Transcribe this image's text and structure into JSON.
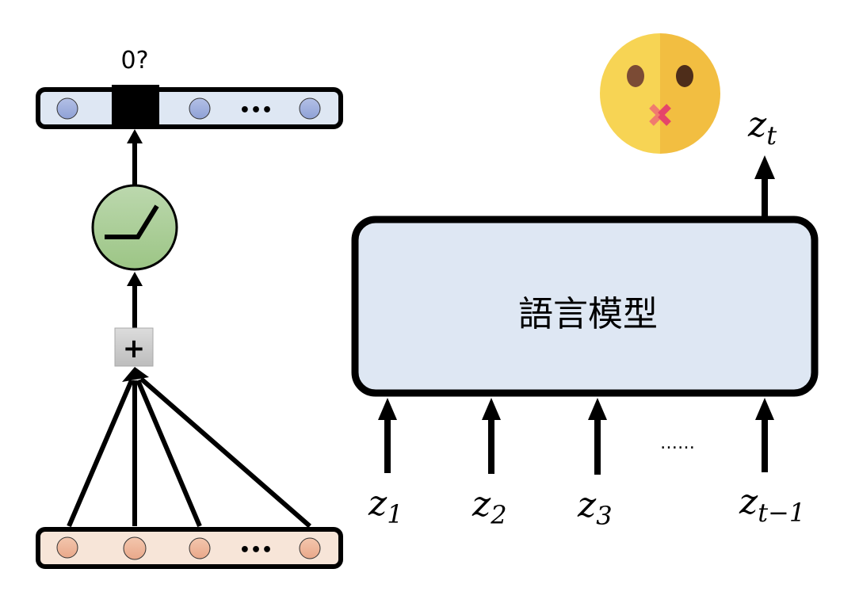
{
  "left_network": {
    "output_label": "0?",
    "output_ellipsis": "•••",
    "input_ellipsis": "•••",
    "sum_symbol": "+",
    "activation": "relu-icon",
    "colors": {
      "output_layer_fill": "#dee7f3",
      "output_node_fill": "#9eaede",
      "masked_node_fill": "#000000",
      "activation_fill": "#a9cf97",
      "sum_box_fill": "#cfcfcf",
      "input_layer_fill": "#f7e5d8",
      "input_node_fill": "#efb294"
    }
  },
  "language_model": {
    "title": "語言模型",
    "output_token": {
      "base": "z",
      "sub": "t"
    },
    "inputs": [
      {
        "base": "z",
        "sub": "1"
      },
      {
        "base": "z",
        "sub": "2"
      },
      {
        "base": "z",
        "sub": "3"
      },
      {
        "base": "z",
        "sub": "t−1"
      }
    ],
    "ellipsis": "……",
    "colors": {
      "box_fill": "#dee7f3",
      "box_stroke": "#000000"
    }
  },
  "emoji": {
    "name": "mute-face-icon",
    "colors": {
      "face_left": "#f7d454",
      "face_right": "#f2be41",
      "eye_left": "#7b4b35",
      "eye_right": "#4e2d1a",
      "x_left": "#f07c6e",
      "x_right": "#e5456a"
    }
  }
}
